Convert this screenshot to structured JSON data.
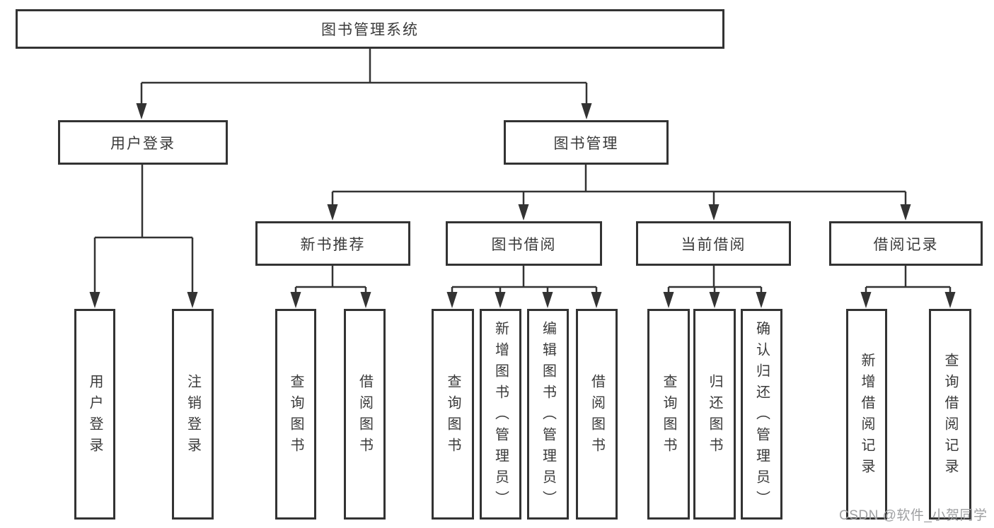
{
  "colors": {
    "line": "#333333",
    "box_border": "#333333",
    "box_fill": "#ffffff",
    "text": "#3a3a3a",
    "watermark": "#9fa0a2"
  },
  "watermark": {
    "text": "CSDN @软件_小贺同学"
  },
  "tree": {
    "root": {
      "label": "图书管理系统",
      "children": [
        {
          "label": "用户登录",
          "children": [
            {
              "label": "用户登录"
            },
            {
              "label": "注销登录"
            }
          ]
        },
        {
          "label": "图书管理",
          "children": [
            {
              "label": "新书推荐",
              "children": [
                {
                  "label": "查询图书"
                },
                {
                  "label": "借阅图书"
                }
              ]
            },
            {
              "label": "图书借阅",
              "children": [
                {
                  "label": "查询图书"
                },
                {
                  "label": "新增图书（管理员）"
                },
                {
                  "label": "编辑图书（管理员）"
                },
                {
                  "label": "借阅图书"
                }
              ]
            },
            {
              "label": "当前借阅",
              "children": [
                {
                  "label": "查询图书"
                },
                {
                  "label": "归还图书"
                },
                {
                  "label": "确认归还（管理员）"
                }
              ]
            },
            {
              "label": "借阅记录",
              "children": [
                {
                  "label": "新增借阅记录"
                },
                {
                  "label": "查询借阅记录"
                }
              ]
            }
          ]
        }
      ]
    }
  }
}
